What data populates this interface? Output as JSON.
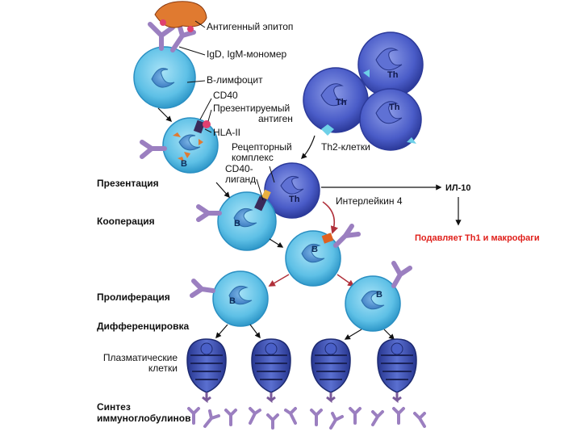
{
  "labels": {
    "antigenic_epitope": "Антигенный эпитоп",
    "igd_igm": "IgD, IgM-мономер",
    "b_lymphocyte": "В-лимфоцит",
    "cd40": "CD40",
    "presented_antigen_1": "Презентируемый",
    "presented_antigen_2": "антиген",
    "hla": "HLA-II",
    "receptor_complex_1": "Рецепторный",
    "receptor_complex_2": "комплекс",
    "cd40_ligand_1": "CD40-",
    "cd40_ligand_2": "лиганд",
    "th2_cells": "Th2-клетки",
    "interleukin4": "Интерлейкин 4",
    "il10": "ИЛ-10",
    "suppresses": "Подавляет Th1 и макрофаги",
    "plasma_cells_1": "Плазматические",
    "plasma_cells_2": "клетки"
  },
  "stages": {
    "presentation": "Презентация",
    "cooperation": "Кооперация",
    "proliferation": "Пролиферация",
    "differentiation": "Дифференцировка",
    "synthesis_1": "Синтез",
    "synthesis_2": "иммуноглобулинов"
  },
  "cell_marks": {
    "b": "B",
    "th": "Th"
  },
  "colors": {
    "b_cell": "#5ec0e6",
    "b_cell_edge": "#2a8fc2",
    "th_cell": "#4a5cc8",
    "th_cell_edge": "#2c3a9a",
    "receptor": "#9b7fc0",
    "epitope": "#e07a30",
    "plasma": "#3a4fb0",
    "red": "#e0201b"
  }
}
